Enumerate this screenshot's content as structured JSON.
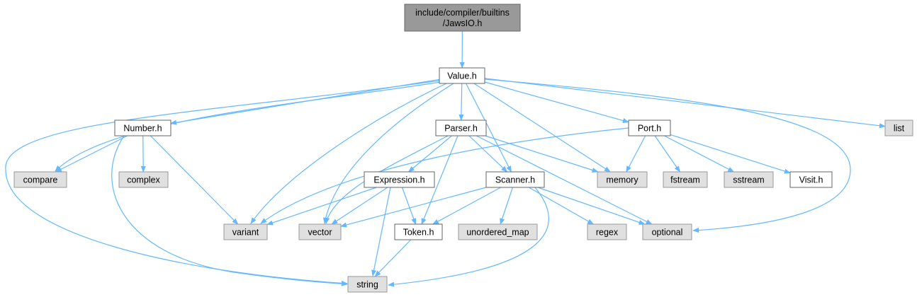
{
  "colors": {
    "root_fill": "#999999",
    "root_stroke": "#666666",
    "header_fill": "#ffffff",
    "header_stroke": "#666666",
    "system_fill": "#e0e0e0",
    "system_stroke": "#999999",
    "edge": "#63b8ff"
  },
  "nodes": {
    "root": {
      "lines": [
        "include/compiler/builtins",
        "/JawsIO.h"
      ],
      "kind": "root"
    },
    "value_h": {
      "lines": [
        "Value.h"
      ],
      "kind": "header"
    },
    "number_h": {
      "lines": [
        "Number.h"
      ],
      "kind": "header"
    },
    "parser_h": {
      "lines": [
        "Parser.h"
      ],
      "kind": "header"
    },
    "port_h": {
      "lines": [
        "Port.h"
      ],
      "kind": "header"
    },
    "list": {
      "lines": [
        "list"
      ],
      "kind": "system"
    },
    "compare": {
      "lines": [
        "compare"
      ],
      "kind": "system"
    },
    "complex": {
      "lines": [
        "complex"
      ],
      "kind": "system"
    },
    "expression_h": {
      "lines": [
        "Expression.h"
      ],
      "kind": "header"
    },
    "scanner_h": {
      "lines": [
        "Scanner.h"
      ],
      "kind": "header"
    },
    "memory": {
      "lines": [
        "memory"
      ],
      "kind": "system"
    },
    "fstream": {
      "lines": [
        "fstream"
      ],
      "kind": "system"
    },
    "sstream": {
      "lines": [
        "sstream"
      ],
      "kind": "system"
    },
    "visit_h": {
      "lines": [
        "Visit.h"
      ],
      "kind": "header"
    },
    "variant": {
      "lines": [
        "variant"
      ],
      "kind": "system"
    },
    "vector": {
      "lines": [
        "vector"
      ],
      "kind": "system"
    },
    "token_h": {
      "lines": [
        "Token.h"
      ],
      "kind": "header"
    },
    "unordered_map": {
      "lines": [
        "unordered_map"
      ],
      "kind": "system"
    },
    "regex": {
      "lines": [
        "regex"
      ],
      "kind": "system"
    },
    "optional": {
      "lines": [
        "optional"
      ],
      "kind": "system"
    },
    "string": {
      "lines": [
        "string"
      ],
      "kind": "system"
    }
  },
  "edges": [
    [
      "root",
      "value_h"
    ],
    [
      "value_h",
      "number_h"
    ],
    [
      "value_h",
      "parser_h"
    ],
    [
      "value_h",
      "port_h"
    ],
    [
      "value_h",
      "list"
    ],
    [
      "value_h",
      "compare"
    ],
    [
      "value_h",
      "string"
    ],
    [
      "value_h",
      "variant"
    ],
    [
      "value_h",
      "vector"
    ],
    [
      "value_h",
      "scanner_h"
    ],
    [
      "value_h",
      "memory"
    ],
    [
      "value_h",
      "optional"
    ],
    [
      "number_h",
      "compare"
    ],
    [
      "number_h",
      "complex"
    ],
    [
      "number_h",
      "variant"
    ],
    [
      "number_h",
      "string"
    ],
    [
      "parser_h",
      "expression_h"
    ],
    [
      "parser_h",
      "scanner_h"
    ],
    [
      "parser_h",
      "token_h"
    ],
    [
      "parser_h",
      "vector"
    ],
    [
      "parser_h",
      "memory"
    ],
    [
      "parser_h",
      "optional"
    ],
    [
      "port_h",
      "memory"
    ],
    [
      "port_h",
      "fstream"
    ],
    [
      "port_h",
      "sstream"
    ],
    [
      "port_h",
      "visit_h"
    ],
    [
      "port_h",
      "variant"
    ],
    [
      "expression_h",
      "variant"
    ],
    [
      "expression_h",
      "vector"
    ],
    [
      "expression_h",
      "token_h"
    ],
    [
      "expression_h",
      "string"
    ],
    [
      "scanner_h",
      "vector"
    ],
    [
      "scanner_h",
      "token_h"
    ],
    [
      "scanner_h",
      "unordered_map"
    ],
    [
      "scanner_h",
      "regex"
    ],
    [
      "scanner_h",
      "optional"
    ],
    [
      "scanner_h",
      "string"
    ],
    [
      "token_h",
      "string"
    ]
  ]
}
